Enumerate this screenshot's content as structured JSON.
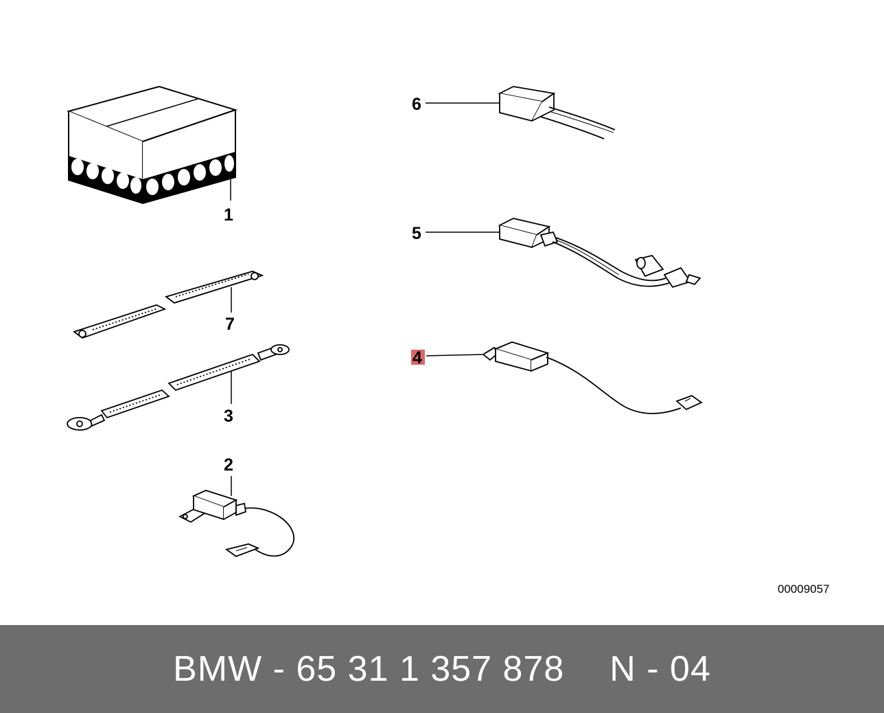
{
  "diagram": {
    "callouts": {
      "item1": "1",
      "item2": "2",
      "item3": "3",
      "item4": "4",
      "item5": "5",
      "item6": "6",
      "item7": "7"
    },
    "highlighted_callout": "4",
    "highlight_color": "#e06666",
    "reference_number": "00009057"
  },
  "footer": {
    "part_label": "BMW - 65 31 1 357 878",
    "position_label": "N - 04"
  }
}
